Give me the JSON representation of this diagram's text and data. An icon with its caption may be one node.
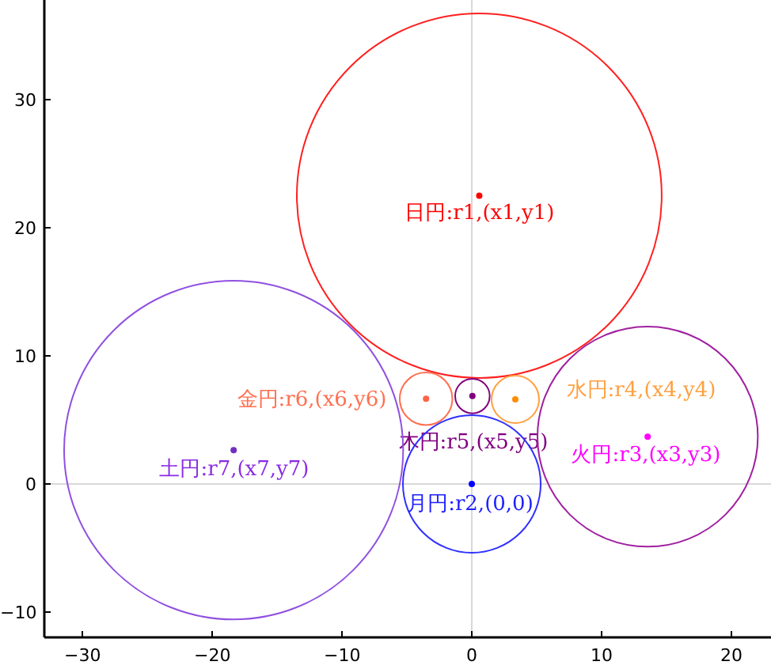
{
  "diagram": {
    "nodes": [
      {
        "text": [
          "日円:r1,(x1,y1)"
        ]
      },
      {
        "text": [],
        "shape": "circle"
      },
      {
        "text": [],
        "shape": "circle"
      },
      {
        "text": [],
        "shape": "circle"
      },
      {
        "text": [
          "土円:r7,(x7,y7)"
        ]
      },
      {
        "text": [
          "火円:r3,(x3,y3)"
        ]
      },
      {
        "text": [
          "月円:r2,(0,0)"
        ]
      }
    ],
    "edges": [],
    "labels": [
      "30",
      "20",
      "10",
      "水円:r4,(x4,y4)",
      "金円:r6,(x6,y6)",
      "木円:r5,(x5,y5)",
      "0",
      "−10",
      "−30",
      "−20",
      "−10",
      "0",
      "10",
      "20"
    ]
  }
}
